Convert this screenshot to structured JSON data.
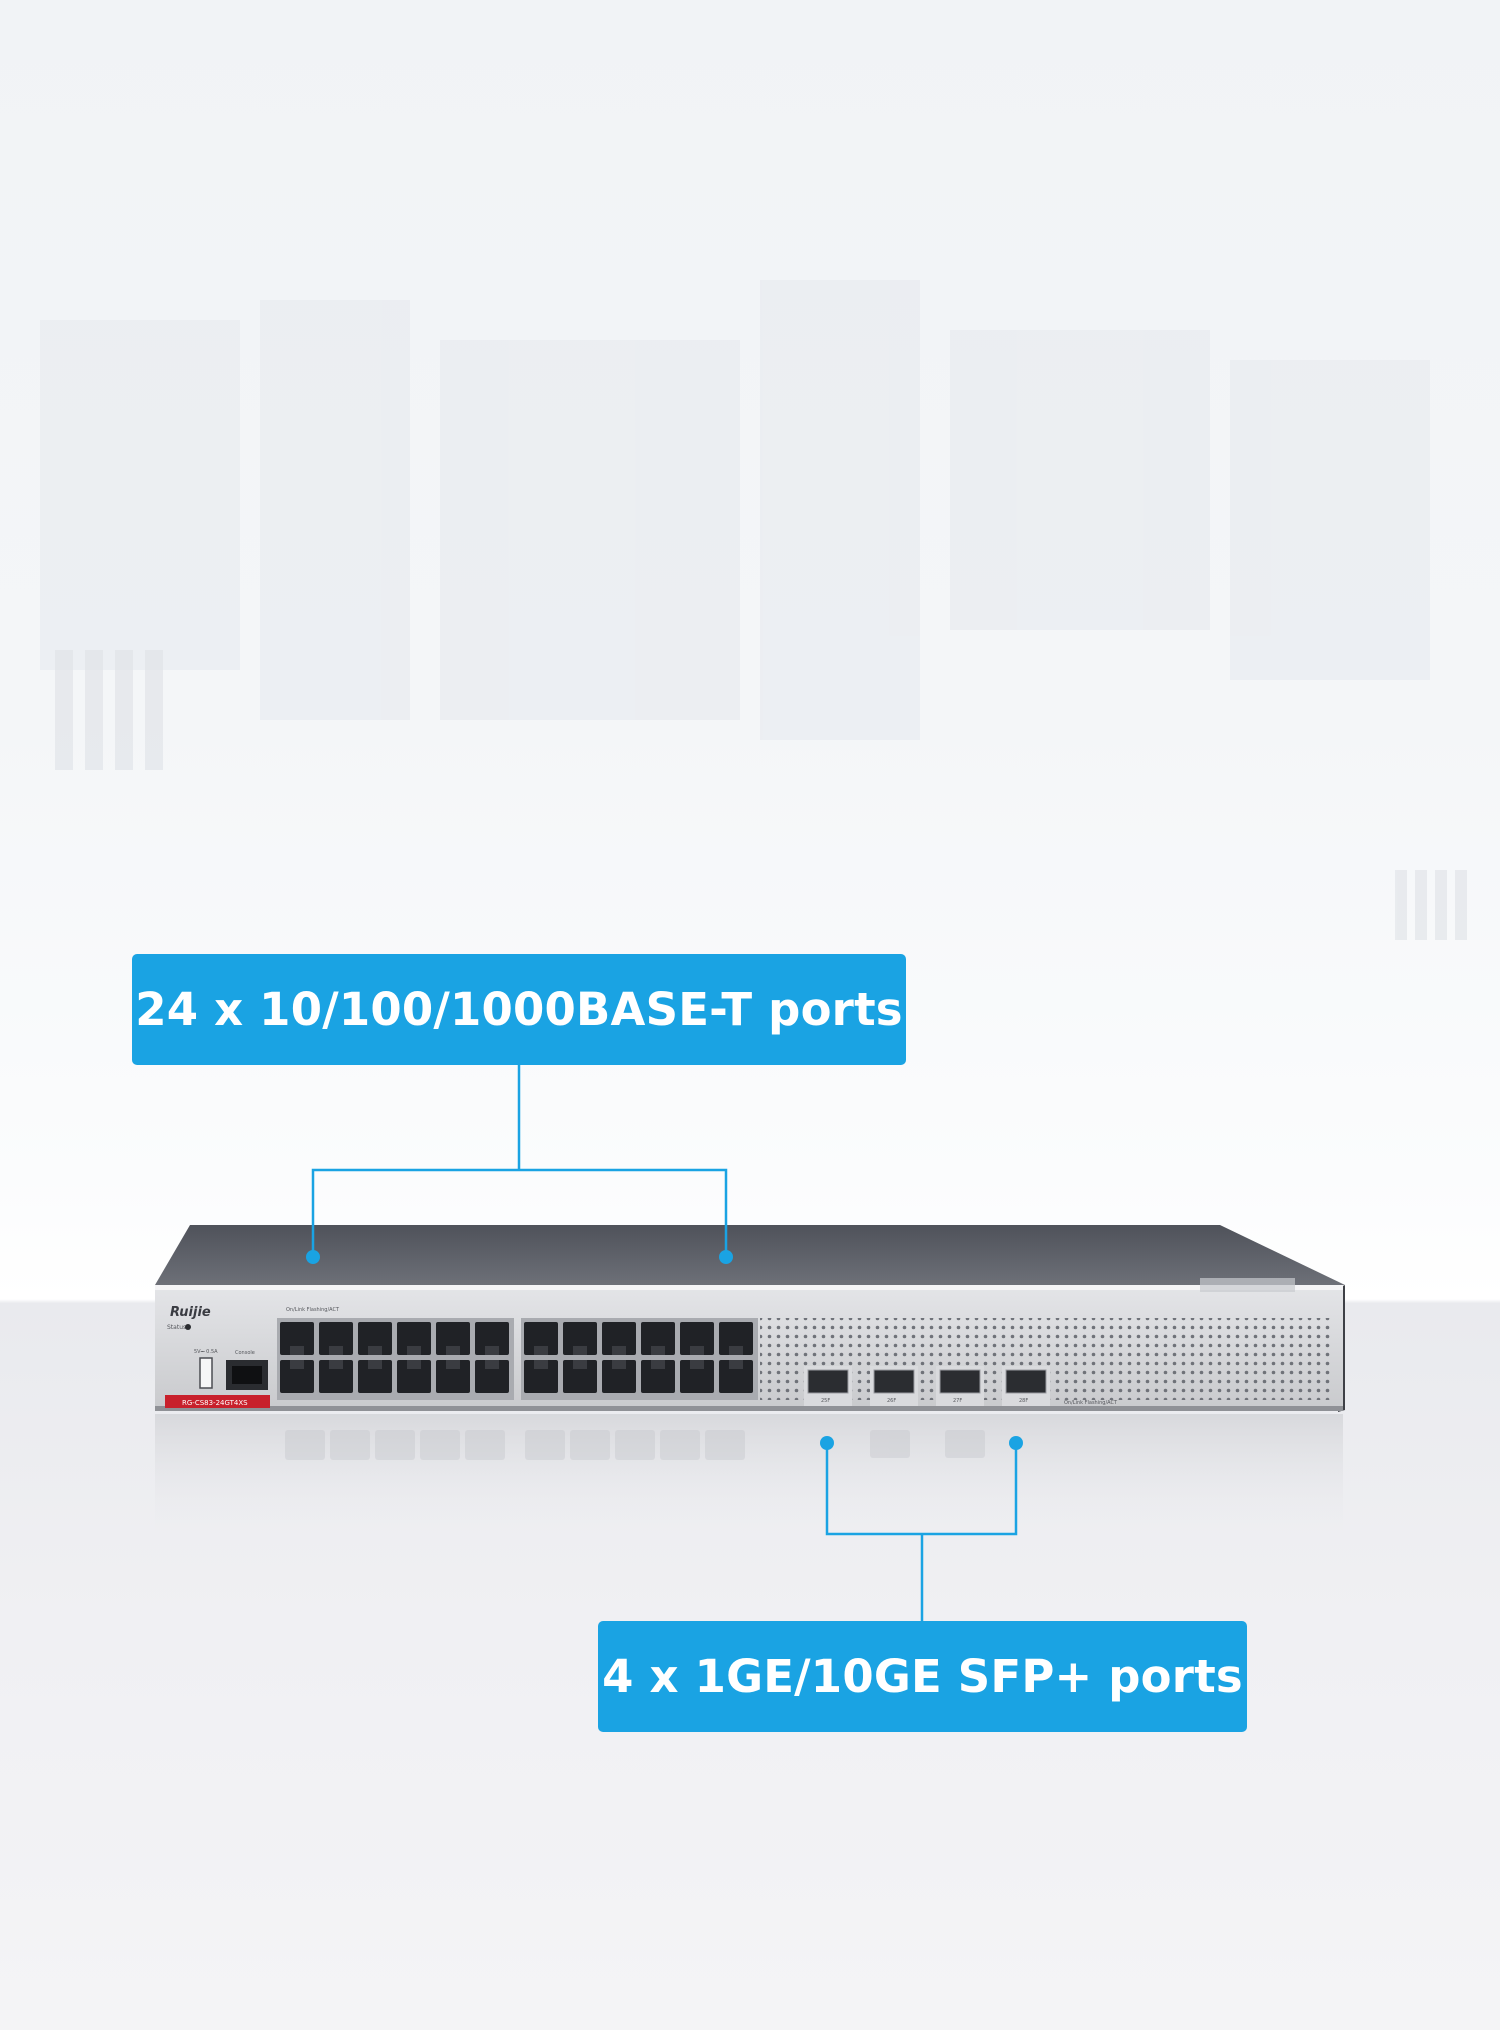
{
  "callouts": {
    "rj45_ports": "24 x 10/100/1000BASE-T ports",
    "sfp_ports": "4 x 1GE/10GE SFP+ ports"
  },
  "device": {
    "brand": "Ruijie",
    "model": "RG-CS83-24GT4XS",
    "status_label": "Status",
    "usb_label": "5V⎓ 0.5A",
    "console_label": "Console",
    "led_legend": "On/Link  Flashing/ACT",
    "sfp_labels": [
      "25F",
      "26F",
      "27F",
      "28F"
    ],
    "colors": {
      "accent_blue": "#1aa3e3",
      "chassis_top": "#5f6269",
      "front_panel": "#d9dadd",
      "model_strip": "#c8202b"
    }
  }
}
